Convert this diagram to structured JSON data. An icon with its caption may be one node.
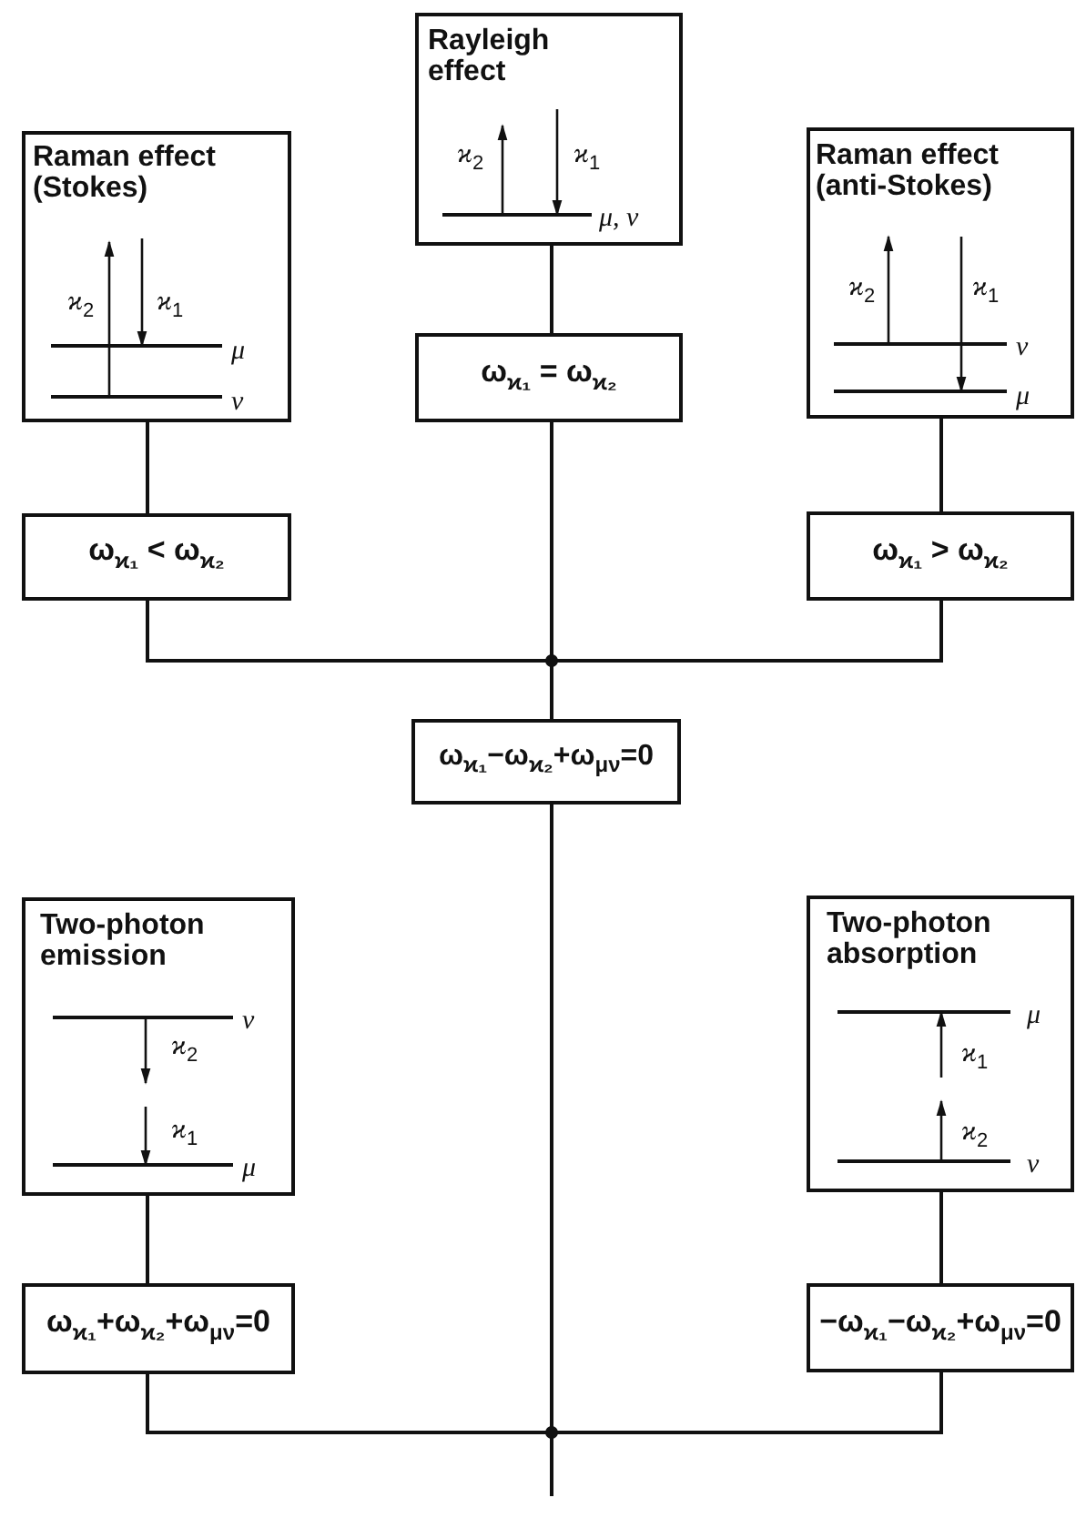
{
  "diagram": {
    "nodes": [
      {
        "text": [
          "Raman effect (Stokes)",
          "ϰ$_{2}$",
          "ϰ$_{1}$",
          "μ",
          "ν"
        ]
      },
      {
        "text": [
          "Rayleigh effect",
          "ϰ$_{2}$",
          "ϰ$_{1}$",
          "μ, ν"
        ]
      },
      {
        "text": [
          "Raman effect (anti-Stokes)",
          "ϰ$_{2}$",
          "ϰ$_{1}$",
          "ν",
          "μ"
        ]
      },
      {
        "text": [
          "ω$_{ϰ₁}$ = ω$_{ϰ₂}$"
        ]
      },
      {
        "text": [
          "ω$_{ϰ₁}$ < ω$_{ϰ₂}$"
        ]
      },
      {
        "text": [
          "ω$_{ϰ₁}$ > ω$_{ϰ₂}$"
        ]
      },
      {
        "text": [
          "ω$_{ϰ₁}$−ω$_{ϰ₂}$+ω$_{μν}$=0"
        ]
      },
      {
        "text": [
          "Two-photon emission",
          "ν",
          "ϰ$_{2}$",
          "ϰ$_{1}$",
          "μ"
        ]
      },
      {
        "text": [
          "Two-photon absorption",
          "μ",
          "ϰ$_{1}$",
          "ϰ$_{2}$",
          "ν"
        ]
      },
      {
        "text": [
          "ω$_{ϰ₁}$+ω$_{ϰ₂}$+ω$_{μν}$=0"
        ]
      },
      {
        "text": [
          "−ω$_{ϰ₁}$−ω$_{ϰ₂}$+ω$_{μν}$=0"
        ]
      }
    ],
    "edges": [
      {
        "from": 0,
        "to": 4,
        "arrow": "none"
      },
      {
        "from": 1,
        "to": 3,
        "arrow": "none"
      },
      {
        "from": 2,
        "to": 5,
        "arrow": "none"
      },
      {
        "from": 4,
        "to": 6,
        "arrow": "none"
      },
      {
        "from": 3,
        "to": 6,
        "arrow": "none"
      },
      {
        "from": 5,
        "to": 6,
        "arrow": "none"
      },
      {
        "from": 7,
        "to": 9,
        "arrow": "none"
      },
      {
        "from": 8,
        "to": 10,
        "arrow": "none"
      },
      {
        "from": 9,
        "to": null,
        "arrow": "none"
      },
      {
        "from": 6,
        "to": null,
        "arrow": "none"
      },
      {
        "from": 10,
        "to": null,
        "arrow": "none"
      }
    ]
  }
}
